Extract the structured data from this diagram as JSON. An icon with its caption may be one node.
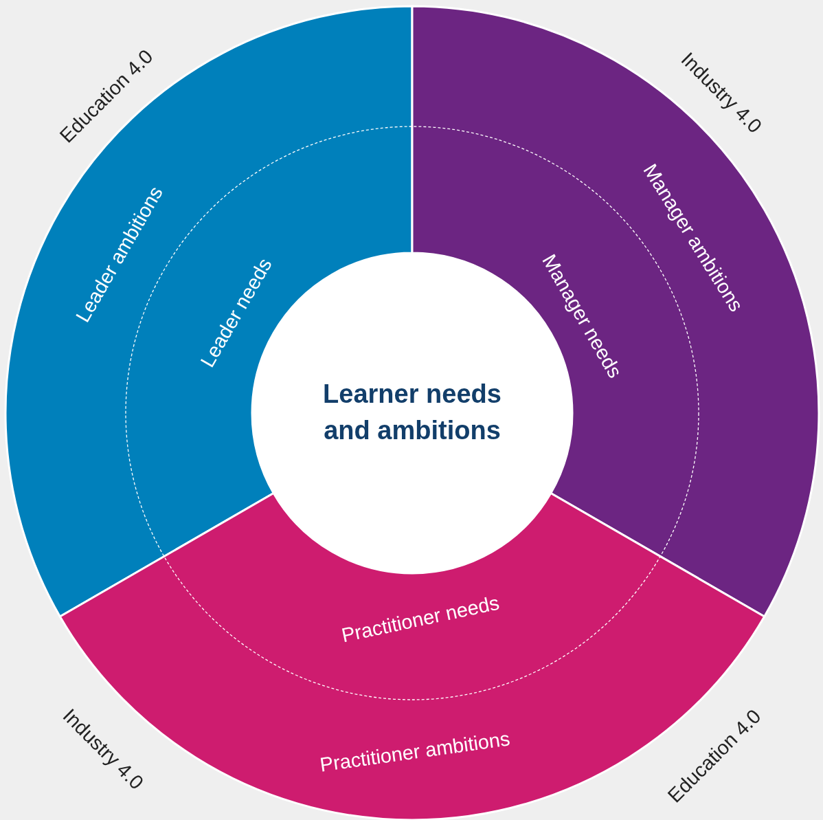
{
  "diagram": {
    "nodes": [
      {
        "text": [
          "Learner needs and ambitions"
        ]
      },
      {
        "text": [
          "Leader needs",
          "Leader ambitions"
        ]
      },
      {
        "text": [
          "Manager needs",
          "Manager ambitions"
        ]
      },
      {
        "text": [
          "Practitioner needs",
          "Practitioner ambitions"
        ]
      }
    ],
    "labels": [
      "Education 4.0",
      "Industry 4.0",
      "Industry 4.0",
      "Education 4.0"
    ]
  }
}
